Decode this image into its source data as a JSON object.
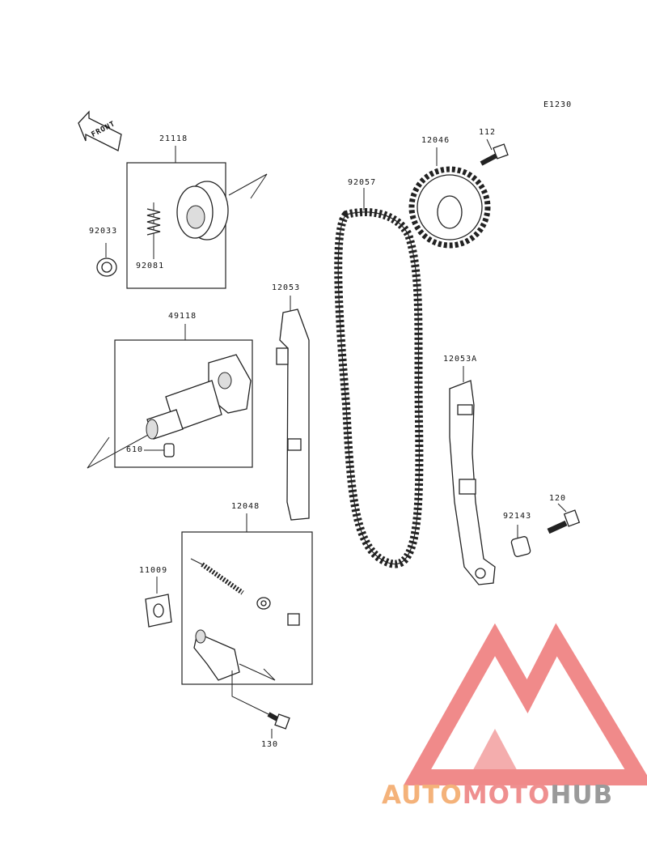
{
  "diagram_code": "E1230",
  "front_label": "FRONT",
  "parts": [
    {
      "id": "p21118",
      "number": "21118"
    },
    {
      "id": "p92081",
      "number": "92081"
    },
    {
      "id": "p92033",
      "number": "92033"
    },
    {
      "id": "p49118",
      "number": "49118"
    },
    {
      "id": "p610",
      "number": "610"
    },
    {
      "id": "p12053",
      "number": "12053"
    },
    {
      "id": "p92057",
      "number": "92057"
    },
    {
      "id": "p12046",
      "number": "12046"
    },
    {
      "id": "p112",
      "number": "112"
    },
    {
      "id": "p12053A",
      "number": "12053A"
    },
    {
      "id": "p120",
      "number": "120"
    },
    {
      "id": "p92143",
      "number": "92143"
    },
    {
      "id": "p12048",
      "number": "12048"
    },
    {
      "id": "p11009",
      "number": "11009"
    },
    {
      "id": "p130",
      "number": "130"
    }
  ],
  "watermark": {
    "part1": "AUTO",
    "part2": "MOTO",
    "part3": "HUB"
  },
  "colors": {
    "logo_red": "#f08a8a",
    "logo_orange": "#f4b27a",
    "logo_gray": "#9a9a9a"
  }
}
